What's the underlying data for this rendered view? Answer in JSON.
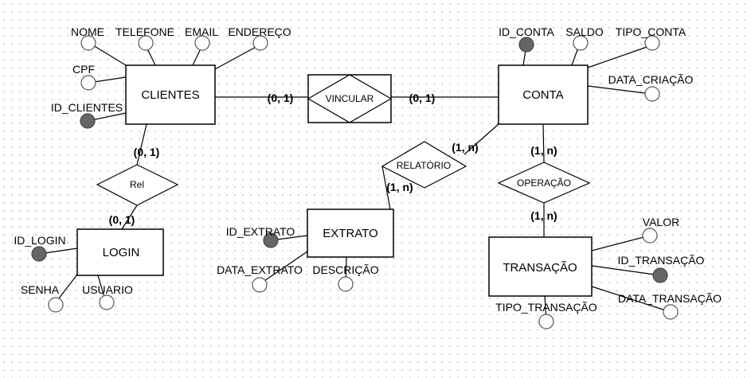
{
  "entities": {
    "clientes": "CLIENTES",
    "conta": "CONTA",
    "login": "LOGIN",
    "extrato": "EXTRATO",
    "transacao": "TRANSAÇÃO"
  },
  "relationships": {
    "vincular": "VINCULAR",
    "rel": "Rel",
    "relatorio": "RELATÓRIO",
    "operacao": "OPERAÇÃO"
  },
  "attributes": {
    "clientes": {
      "nome": "NOME",
      "telefone": "TELEFONE",
      "email": "EMAIL",
      "endereco": "ENDEREÇO",
      "cpf": "CPF",
      "id_clientes": "ID_CLIENTES"
    },
    "conta": {
      "id_conta": "ID_CONTA",
      "saldo": "SALDO",
      "tipo_conta": "TIPO_CONTA",
      "data_criacao": "DATA_CRIAÇÃO"
    },
    "login": {
      "id_login": "ID_LOGIN",
      "senha": "SENHA",
      "usuario": "USUARIO"
    },
    "extrato": {
      "id_extrato": "ID_EXTRATO",
      "data_extrato": "DATA_EXTRATO",
      "descricao": "DESCRIÇÃO"
    },
    "transacao": {
      "valor": "VALOR",
      "id_transacao": "ID_TRANSAÇÃO",
      "data_transacao": "DATA_TRANSAÇÃO",
      "tipo_transacao": "TIPO_TRANSAÇÃO"
    }
  },
  "cardinalities": {
    "clientes_vincular": "(0, 1)",
    "vincular_conta": "(0, 1)",
    "clientes_rel": "(0, 1)",
    "rel_login": "(0, 1)",
    "conta_relatorio": "(1, n)",
    "relatorio_extrato": "(1, n)",
    "conta_operacao": "(1, n)",
    "operacao_transacao": "(1, n)"
  }
}
